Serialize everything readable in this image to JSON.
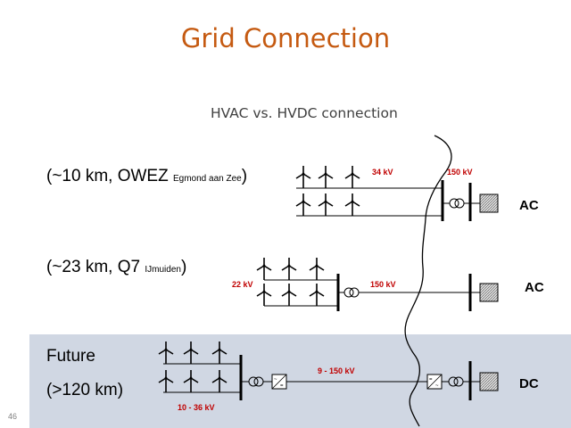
{
  "title": "Grid Connection",
  "subtitle": "HVAC vs. HVDC connection",
  "page_number": "46",
  "rows": [
    {
      "prefix": "(~10 km, OWEZ ",
      "small": "Egmond aan Zee",
      "suffix": ")",
      "type": "AC",
      "kv_park": "34 kV",
      "kv_grid": "150 kV"
    },
    {
      "prefix": "(~23 km, Q7 ",
      "small": "IJmuiden",
      "suffix": ")",
      "type": "AC",
      "kv_park": "22 kV",
      "kv_grid": "150 kV"
    },
    {
      "line1": "Future",
      "line2": "(>120 km)",
      "type": "DC",
      "kv_park": "10 - 36 kV",
      "kv_grid": "9 - 150 kV"
    }
  ],
  "colors": {
    "title": "#c55a11",
    "kv_label": "#c00000",
    "future_band": "#d0d7e3"
  }
}
